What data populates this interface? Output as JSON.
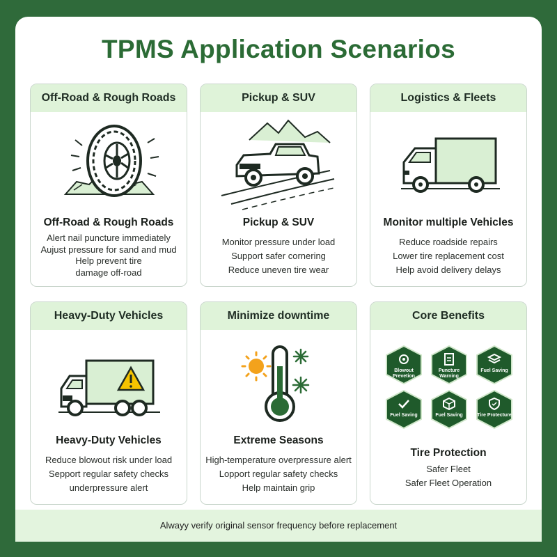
{
  "title": "TPMS Application Scenarios",
  "colors": {
    "brand_green": "#2b6b35",
    "header_bg": "#dff3d9",
    "frame_bg": "#2f6a3a",
    "warning_yellow": "#f5c400",
    "sun_orange": "#f3a21c"
  },
  "cards": [
    {
      "header": "Off-Road & Rough Roads",
      "icon": "tire-icon",
      "subtitle": "Off-Road & Rough Roads",
      "lines": [
        "Alert nail puncture immediately",
        "Aujust pressure for sand and mud",
        "Help prevent tire",
        "damage off-road"
      ]
    },
    {
      "header": "Pickup & SUV",
      "icon": "pickup-truck-icon",
      "subtitle": "Pickup & SUV",
      "lines": [
        "Monitor pressure under load",
        "Support safer cornering",
        "Reduce uneven tire wear"
      ]
    },
    {
      "header": "Logistics & Fleets",
      "icon": "delivery-van-icon",
      "subtitle": "Monitor multiple Vehicles",
      "lines": [
        "Reduce roadside repairs",
        "Lower tire replacement cost",
        "Help avoid delivery delays"
      ]
    },
    {
      "header": "Heavy-Duty Vehicles",
      "icon": "heavy-truck-icon",
      "subtitle": "Heavy-Duty Vehicles",
      "lines": [
        "Reduce blowout risk under load",
        "Sepport regular safety checks",
        "underpressure alert"
      ]
    },
    {
      "header": "Minimize downtime",
      "icon": "thermometer-icon",
      "subtitle": "Extreme Seasons",
      "lines": [
        "High-temperature overpressure alert",
        "Lopport regular safety checks",
        "Help maintain grip"
      ]
    },
    {
      "header": "Core Benefits",
      "subtitle": "Tire Protection",
      "lines": [
        "Safer Fleet",
        "Safer Fleet Operation"
      ],
      "badges": [
        {
          "label": "Blowout Prevetion",
          "icon": "gear-icon"
        },
        {
          "label": "Puncture Warning",
          "icon": "document-icon"
        },
        {
          "label": "Fuel Saving",
          "icon": "layers-icon"
        },
        {
          "label": "Fuel Saving",
          "icon": "check-badge-icon"
        },
        {
          "label": "Fuel Saving",
          "icon": "box-icon"
        },
        {
          "label": "Tire Protecture",
          "icon": "shield-icon"
        }
      ]
    }
  ],
  "footer": "Alwayy verify original sensor frequency before replacement"
}
